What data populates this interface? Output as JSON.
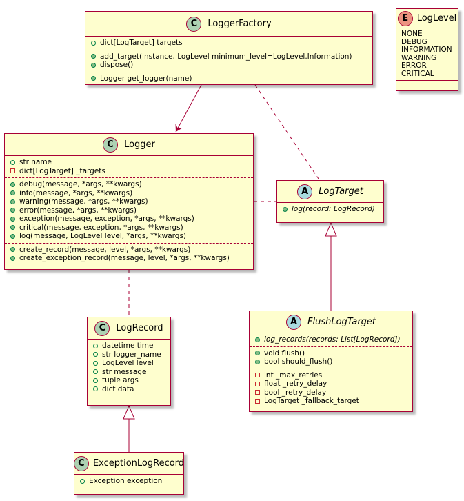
{
  "classes": {
    "logger_factory": {
      "name": "LoggerFactory",
      "stereotype": "C",
      "sections": [
        [
          {
            "vis": "public-field",
            "text": "dict[LogTarget] targets"
          }
        ],
        [
          {
            "vis": "public-method",
            "text": "add_target(instance, LogLevel minimum_level=LogLevel.Information)"
          },
          {
            "vis": "public-method",
            "text": "dispose()"
          }
        ],
        [
          {
            "vis": "public-method",
            "text": "Logger get_logger(name)"
          }
        ]
      ]
    },
    "log_level": {
      "name": "LogLevel",
      "stereotype": "E",
      "values": [
        "NONE",
        "DEBUG",
        "INFORMATION",
        "WARNING",
        "ERROR",
        "CRITICAL"
      ]
    },
    "logger": {
      "name": "Logger",
      "stereotype": "C",
      "sections": [
        [
          {
            "vis": "public-field",
            "text": "str name"
          },
          {
            "vis": "private-field",
            "text": "dict[LogTarget] _targets"
          }
        ],
        [
          {
            "vis": "public-method",
            "text": "debug(message, *args, **kwargs)"
          },
          {
            "vis": "public-method",
            "text": "info(message, *args, **kwargs)"
          },
          {
            "vis": "public-method",
            "text": "warning(message, *args, **kwargs)"
          },
          {
            "vis": "public-method",
            "text": "error(message, *args, **kwargs)"
          },
          {
            "vis": "public-method",
            "text": "exception(message, exception, *args, **kwargs)"
          },
          {
            "vis": "public-method",
            "text": "critical(message, exception, *args, **kwargs)"
          },
          {
            "vis": "public-method",
            "text": "log(message, LogLevel level, *args, **kwargs)"
          }
        ],
        [
          {
            "vis": "public-method",
            "text": "create_record(message, level, *args, **kwargs)"
          },
          {
            "vis": "public-method",
            "text": "create_exception_record(message, level, *args, **kwargs)"
          }
        ]
      ]
    },
    "log_target": {
      "name": "LogTarget",
      "stereotype": "A",
      "sections": [
        [
          {
            "vis": "public-method",
            "text": "log(record: LogRecord)",
            "abstract": true
          }
        ]
      ]
    },
    "flush_log_target": {
      "name": "FlushLogTarget",
      "stereotype": "A",
      "sections": [
        [
          {
            "vis": "public-method",
            "text": "log_records(records: List[LogRecord])",
            "abstract": true
          }
        ],
        [
          {
            "vis": "public-method",
            "text": "void flush()"
          },
          {
            "vis": "public-method",
            "text": "bool should_flush()"
          }
        ],
        [
          {
            "vis": "private-field",
            "text": "int _max_retries"
          },
          {
            "vis": "private-field",
            "text": "float _retry_delay"
          },
          {
            "vis": "private-field",
            "text": "bool _retry_delay"
          },
          {
            "vis": "private-field",
            "text": "LogTarget _fallback_target"
          }
        ]
      ]
    },
    "log_record": {
      "name": "LogRecord",
      "stereotype": "C",
      "sections": [
        [
          {
            "vis": "public-field",
            "text": "datetime time"
          },
          {
            "vis": "public-field",
            "text": "str logger_name"
          },
          {
            "vis": "public-field",
            "text": "LogLevel level"
          },
          {
            "vis": "public-field",
            "text": "str message"
          },
          {
            "vis": "public-field",
            "text": "tuple args"
          },
          {
            "vis": "public-field",
            "text": "dict data"
          }
        ]
      ]
    },
    "exception_log_record": {
      "name": "ExceptionLogRecord",
      "stereotype": "C",
      "sections": [
        [
          {
            "vis": "public-field",
            "text": "Exception exception"
          }
        ]
      ]
    }
  }
}
